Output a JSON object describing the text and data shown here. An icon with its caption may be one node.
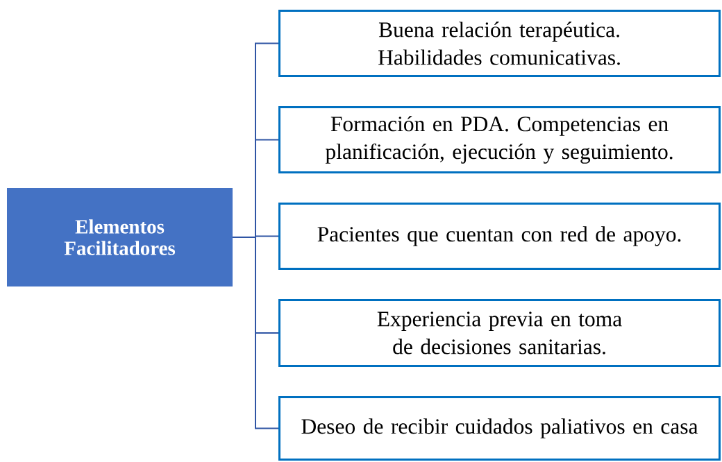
{
  "diagram": {
    "nodes": [
      {
        "text": [
          "Elementos Facilitadores"
        ]
      },
      {
        "text": [
          "Buena relación terapéutica. Habilidades comunicativas."
        ]
      },
      {
        "text": [
          "Formación en PDA. Competencias en planificación, ejecución y seguimiento."
        ]
      },
      {
        "text": [
          "Pacientes que cuentan con red de apoyo."
        ]
      },
      {
        "text": [
          "Experiencia previa en toma de decisiones sanitarias."
        ]
      },
      {
        "text": [
          "Deseo de recibir cuidados paliativos en casa"
        ]
      }
    ],
    "edges": [
      {
        "from": 0,
        "to": 1,
        "arrow": "none"
      },
      {
        "from": 0,
        "to": 2,
        "arrow": "none"
      },
      {
        "from": 0,
        "to": 3,
        "arrow": "none"
      },
      {
        "from": 0,
        "to": 4,
        "arrow": "none"
      },
      {
        "from": 0,
        "to": 5,
        "arrow": "none"
      }
    ]
  }
}
